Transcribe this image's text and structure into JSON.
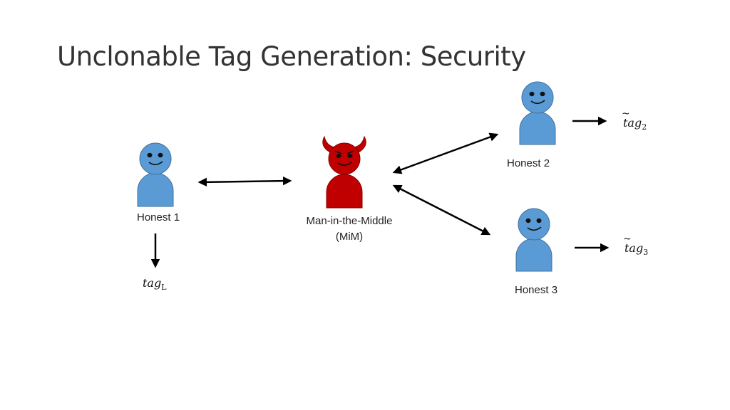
{
  "slide": {
    "title": "Unclonable Tag Generation: Security"
  },
  "parties": {
    "honest1": {
      "label": "Honest 1",
      "icon": "person-icon",
      "color": "#5B9BD5"
    },
    "mim": {
      "label_line1": "Man-in-the-Middle",
      "label_line2": "(MiM)",
      "icon": "devil-icon",
      "color": "#C00000"
    },
    "honest2": {
      "label": "Honest 2",
      "icon": "person-icon",
      "color": "#5B9BD5"
    },
    "honest3": {
      "label": "Honest 3",
      "icon": "person-icon",
      "color": "#5B9BD5"
    }
  },
  "outputs": {
    "tag_l": {
      "base": "tag",
      "sub": "L"
    },
    "tag_2": {
      "base": "tag",
      "sub": "2",
      "accent": "~"
    },
    "tag_3": {
      "base": "tag",
      "sub": "3",
      "accent": "~"
    }
  }
}
